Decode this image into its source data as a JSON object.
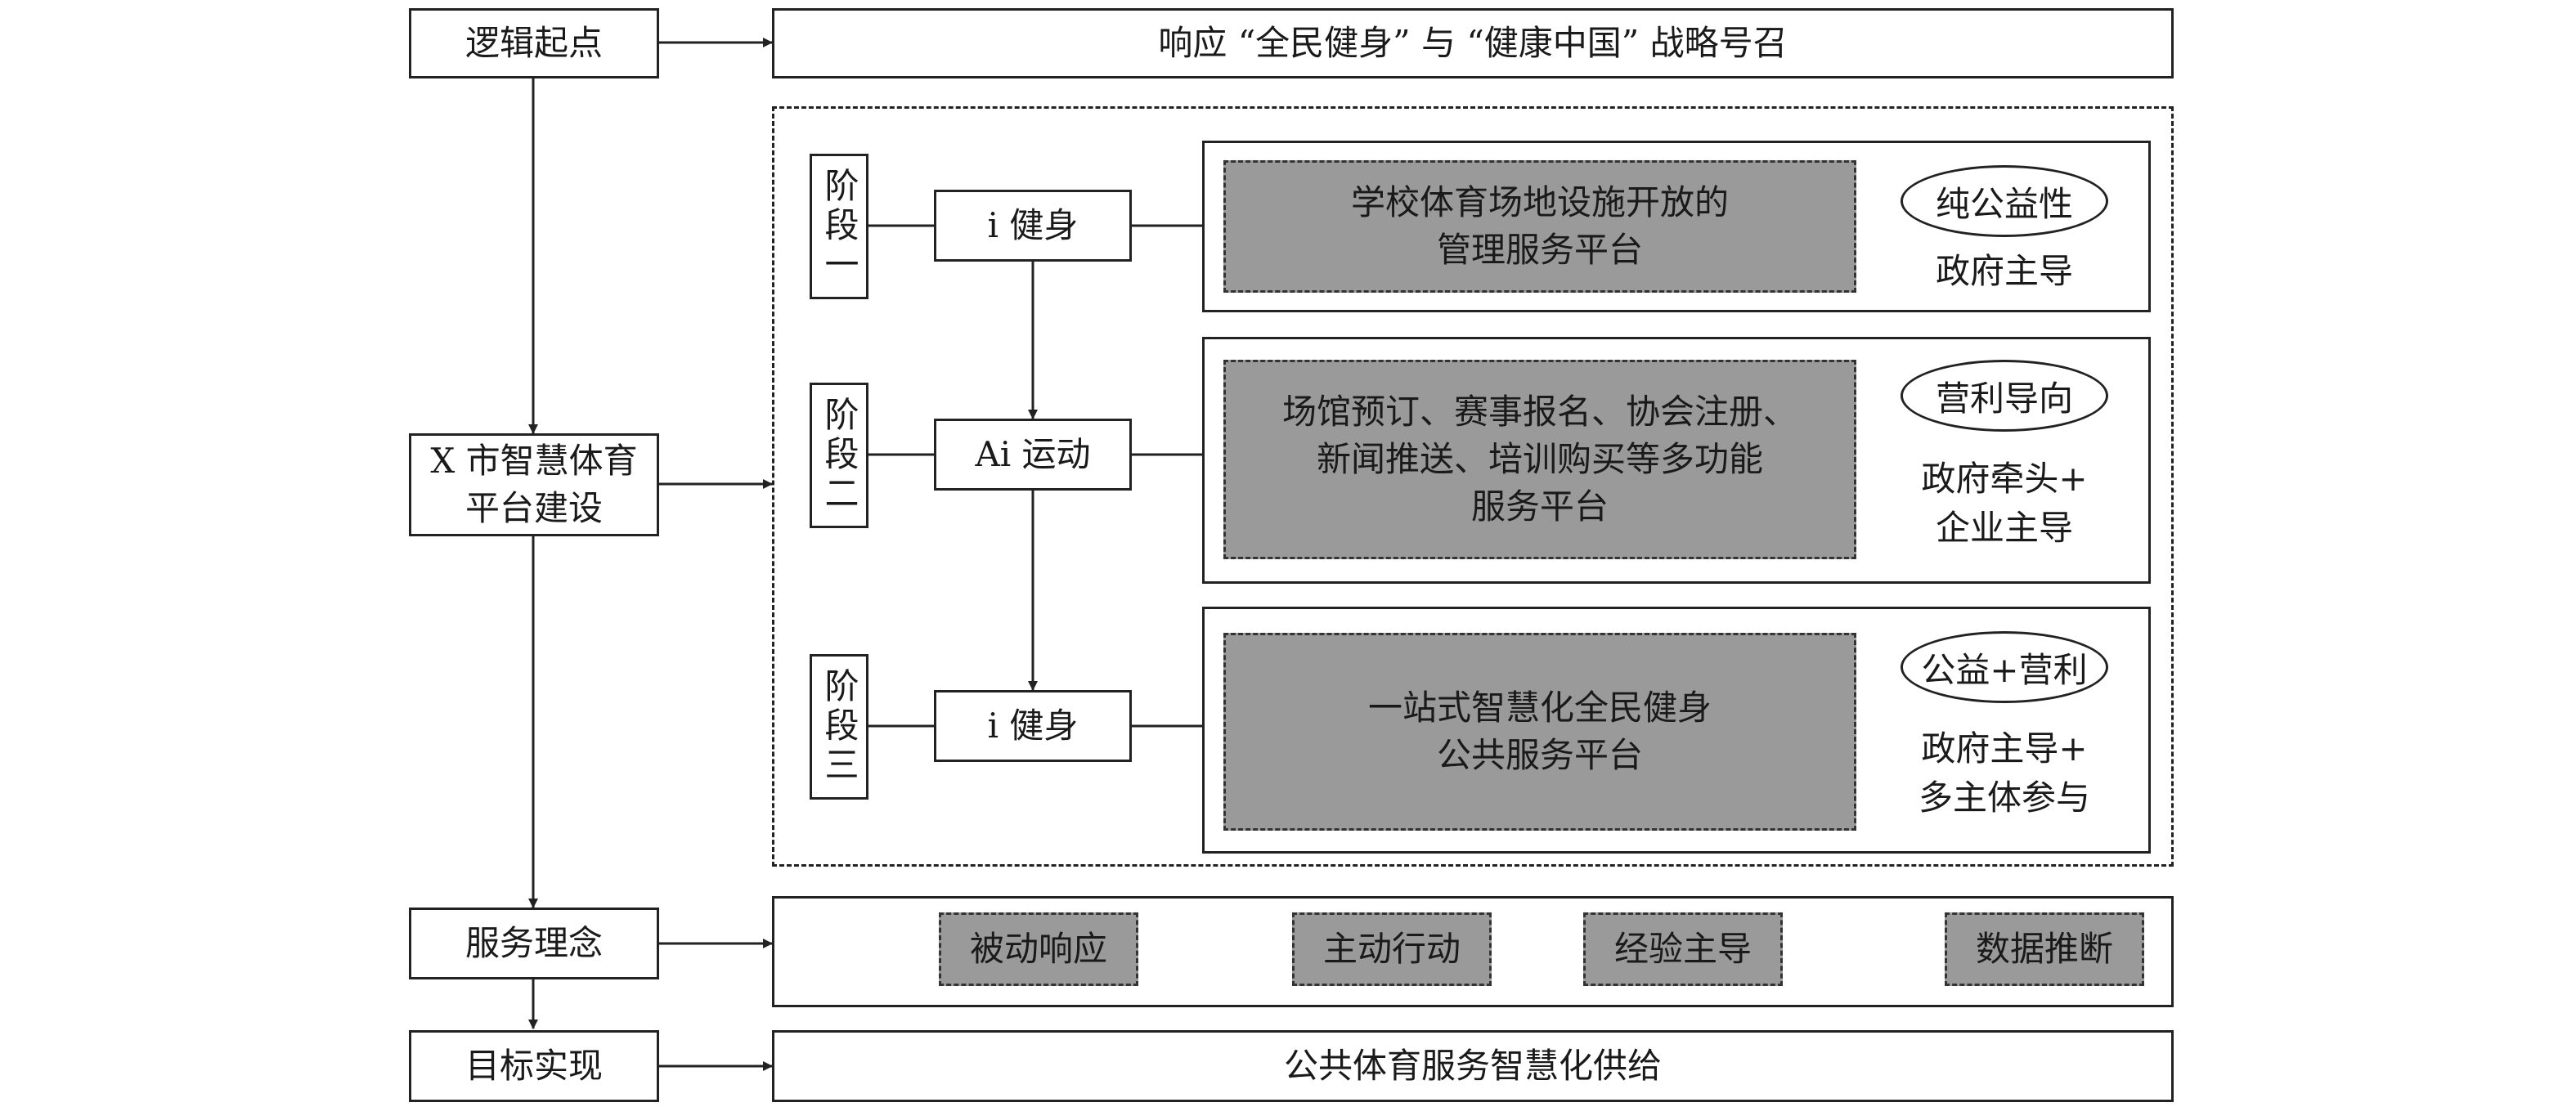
{
  "left": {
    "logic_start": "逻辑起点",
    "platform": "X 市智慧体育\n平台建设",
    "service_concept": "服务理念",
    "goal": "目标实现"
  },
  "top_banner": "响应 “全民健身” 与 “健康中国” 战略号召",
  "stages": [
    {
      "stage_label": "阶段一",
      "app": "i 健身",
      "platform_desc": "学校体育场地设施开放的\n管理服务平台",
      "nature": "纯公益性",
      "lead": "政府主导"
    },
    {
      "stage_label": "阶段二",
      "app": "Ai 运动",
      "platform_desc": "场馆预订、赛事报名、协会注册、\n新闻推送、培训购买等多功能\n服务平台",
      "nature": "营利导向",
      "lead": "政府牵头+\n企业主导"
    },
    {
      "stage_label": "阶段三",
      "app": "i 健身",
      "platform_desc": "一站式智慧化全民健身\n公共服务平台",
      "nature": "公益+营利",
      "lead": "政府主导+\n多主体参与"
    }
  ],
  "concept": {
    "from1": "被动响应",
    "to1": "主动行动",
    "from2": "经验主导",
    "to2": "数据推断"
  },
  "goal_text": "公共体育服务智慧化供给"
}
